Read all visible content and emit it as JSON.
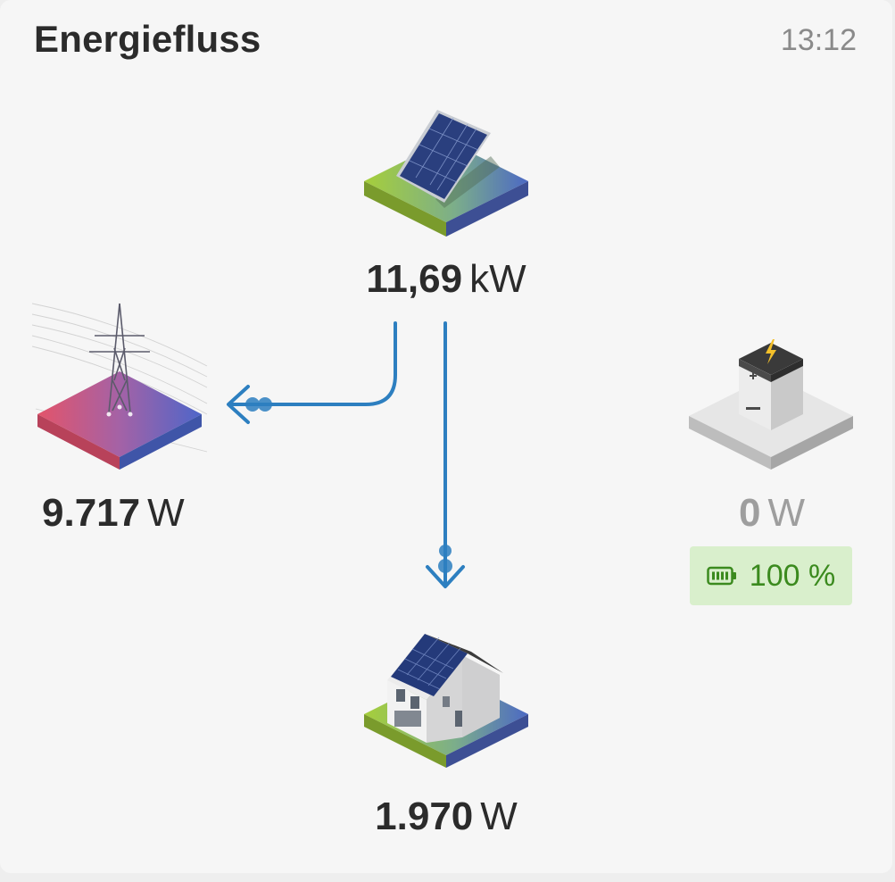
{
  "header": {
    "title": "Energiefluss",
    "time": "13:12"
  },
  "pv": {
    "value": "11,69",
    "unit": "kW",
    "icon": "solar-panel-icon"
  },
  "grid": {
    "value": "9.717",
    "unit": "W",
    "icon": "power-pylon-icon"
  },
  "battery": {
    "value": "0",
    "unit": "W",
    "state_of_charge": "100 %",
    "icon": "battery-storage-icon",
    "soc_icon": "battery-full-icon"
  },
  "home": {
    "value": "1.970",
    "unit": "W",
    "icon": "house-icon"
  },
  "colors": {
    "flow": "#2d7fc0",
    "soc_background": "#d9efcc",
    "soc_text": "#3b8a1e"
  }
}
